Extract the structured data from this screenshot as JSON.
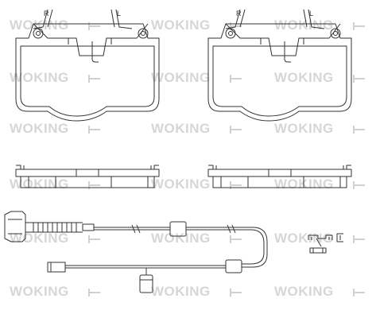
{
  "watermark": {
    "text": "WOKING",
    "color": "#d6d6d6"
  },
  "pad_left": {
    "clip_mark_left": "R",
    "clip_mark_right": "L"
  },
  "pad_right": {
    "clip_mark_left": "R",
    "clip_mark_right": "L"
  },
  "colors": {
    "line": "#333333",
    "background": "#ffffff"
  }
}
